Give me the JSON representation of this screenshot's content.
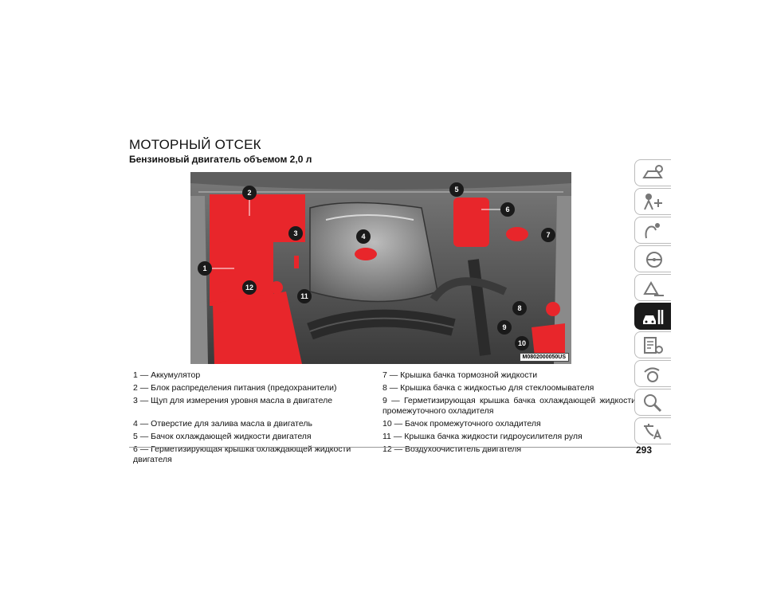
{
  "page": {
    "title": "МОТОРНЫЙ ОТСЕК",
    "subtitle": "Бензиновый двигатель объемом 2,0 л",
    "page_number": "293"
  },
  "figure": {
    "code": "M0802000050US",
    "callouts": [
      "1",
      "2",
      "3",
      "4",
      "5",
      "6",
      "7",
      "8",
      "9",
      "10",
      "11",
      "12"
    ],
    "highlight_color": "#e8262b"
  },
  "legend": {
    "left": [
      "1 — Аккумулятор",
      "2 — Блок распределения питания (предохранители)",
      "3 — Щуп для измерения уровня масла в двигателе",
      "4 — Отверстие для залива масла в двигатель",
      "5 — Бачок охлаждающей жидкости двигателя",
      "6 — Герметизирующая крышка охлаждающей жидкости двигателя"
    ],
    "right": [
      "7 — Крышка бачка тормозной жидкости",
      "8 — Крышка бачка с жидкостью для стеклоомывателя",
      "9 — Герметизирующая крышка бачка охлаждающей жидкости промежуточного охладителя",
      "10 — Бачок промежуточного охладителя",
      "11 — Крышка бачка жидкости гидроусилителя руля",
      "12 — Воздухоочиститель двигателя"
    ]
  },
  "side_tabs": [
    {
      "icon": "car-dashboard-icon",
      "active": false
    },
    {
      "icon": "seatbelt-safety-icon",
      "active": false
    },
    {
      "icon": "hand-controls-icon",
      "active": false
    },
    {
      "icon": "steering-wheel-icon",
      "active": false
    },
    {
      "icon": "warning-car-icon",
      "active": false
    },
    {
      "icon": "car-service-wrench-icon",
      "active": true
    },
    {
      "icon": "maintenance-list-icon",
      "active": false
    },
    {
      "icon": "multimedia-icon",
      "active": false
    },
    {
      "icon": "magnifier-index-icon",
      "active": false
    },
    {
      "icon": "language-icon",
      "active": false
    }
  ]
}
